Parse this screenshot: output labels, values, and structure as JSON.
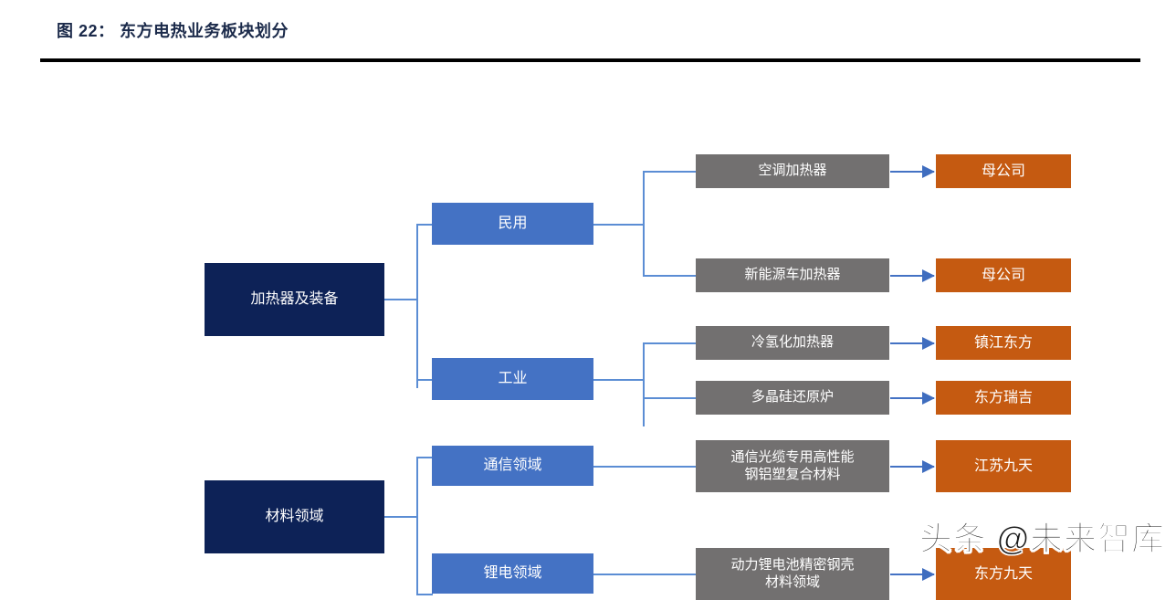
{
  "header": {
    "title": "图 22： 东方电热业务板块划分"
  },
  "colors": {
    "root": "#0d2257",
    "level1": "#4472c4",
    "leaf": "#727070",
    "owner": "#c55a11",
    "connector": "#5b8dd4",
    "rule": "#000000",
    "title_text": "#1b2a4a"
  },
  "diagram": {
    "type": "org-tree",
    "roots": [
      {
        "label": "加热器及装备",
        "children": [
          {
            "label": "民用",
            "children": [
              {
                "label": "空调加热器",
                "owner": "母公司"
              },
              {
                "label": "新能源车加热器",
                "owner": "母公司"
              }
            ]
          },
          {
            "label": "工业",
            "children": [
              {
                "label": "冷氢化加热器",
                "owner": "镇江东方"
              },
              {
                "label": "多晶硅还原炉",
                "owner": "东方瑞吉"
              }
            ]
          }
        ]
      },
      {
        "label": "材料领域",
        "children": [
          {
            "label": "通信领域",
            "children": [
              {
                "label": "通信光缆专用高性能\n钢铝塑复合材料",
                "owner": "江苏九天"
              }
            ]
          },
          {
            "label": "锂电领域",
            "children": [
              {
                "label": "动力锂电池精密钢壳\n材料领域",
                "owner": "东方九天"
              }
            ]
          }
        ]
      }
    ]
  },
  "watermark": {
    "text": "头条 @未来智库"
  }
}
